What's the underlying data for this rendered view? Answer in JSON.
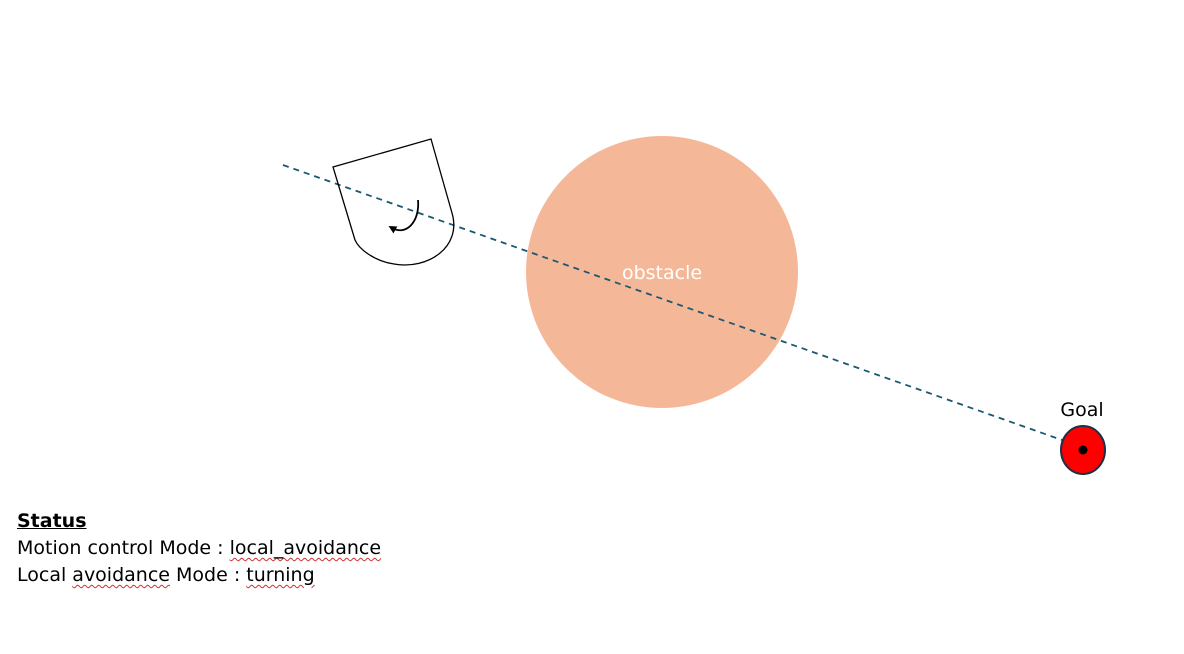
{
  "colors": {
    "obstacle_fill": "#f4b898",
    "obstacle_label": "#ffffff",
    "path_line": "#1a5874",
    "goal_fill": "#ff0000",
    "goal_outline": "#1f2f45",
    "goal_center": "#000000",
    "robot_outline": "#000000",
    "text": "#000000",
    "spellcheck_underline": "#d03030"
  },
  "icons": {
    "robot": "robot-body-icon",
    "rotation": "counter-clockwise-rotation-icon",
    "goal": "goal-target-icon"
  },
  "scene": {
    "obstacle_label": "obstacle",
    "goal_label": "Goal",
    "planned_path_style": "dashed",
    "robot_state": "turning"
  },
  "status": {
    "heading": "Status",
    "motion_control_label": "Motion control Mode : ",
    "motion_control_value": "local_avoidance",
    "local_avoidance_label_prefix": "Local ",
    "local_avoidance_label_word": "avoidance",
    "local_avoidance_label_suffix": " Mode : ",
    "local_avoidance_value": "turning"
  }
}
